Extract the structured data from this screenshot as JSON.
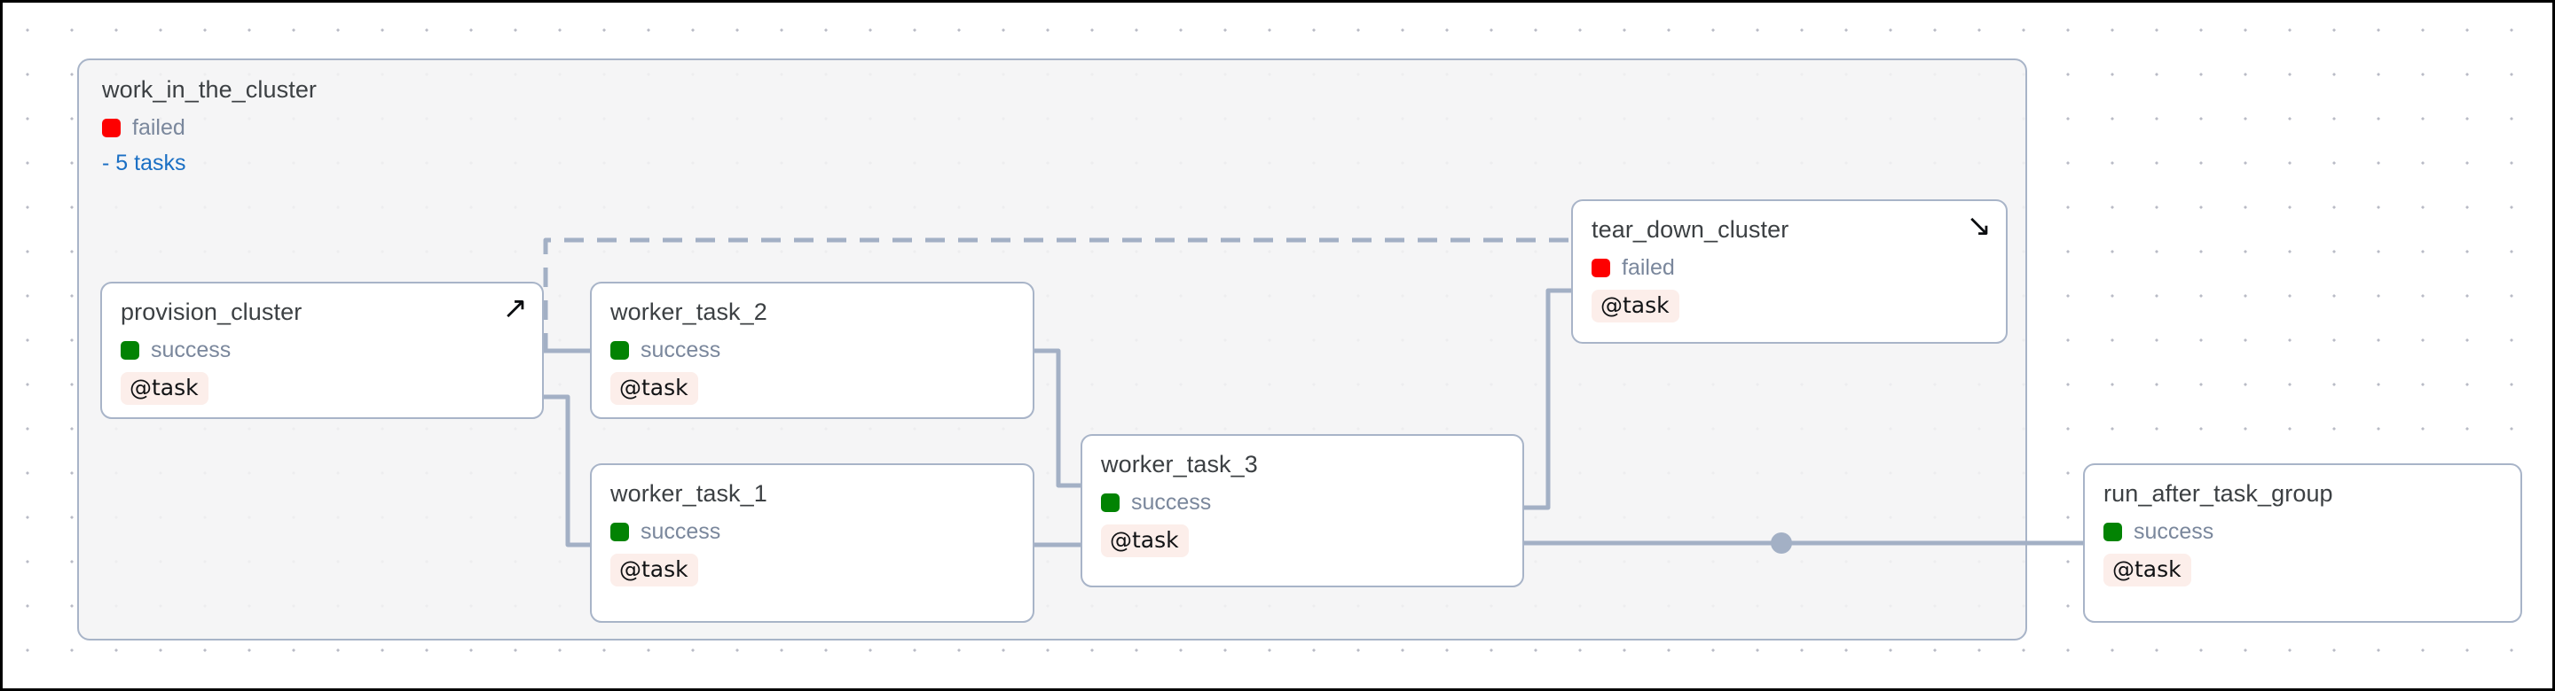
{
  "canvas": {
    "background_color": "#ffffff",
    "grid_dot_color": "#b9bbc6",
    "border_color": "#000000"
  },
  "colors": {
    "node_border": "#a8b4c8",
    "node_fill": "#ffffff",
    "group_fill": "#f4f4f5",
    "edge": "#a3b0c5",
    "status_failed": "#fd0000",
    "status_success": "#028303",
    "status_text": "#7a879c",
    "title_text": "#3c4043",
    "link_blue": "#1a6fc4",
    "badge_bg": "#fceeea",
    "badge_text": "#101214"
  },
  "task_group": {
    "name": "work_in_the_cluster",
    "status": "failed",
    "status_color": "#fd0000",
    "tasks_link": "- 5 tasks",
    "task_count": 5
  },
  "nodes": [
    {
      "id": "provision_cluster",
      "name": "provision_cluster",
      "status": "success",
      "operator_badge": "@task",
      "arrow_icon": "↗",
      "arrow_icon_name": "arrow-up-right-icon",
      "has_arrow": true
    },
    {
      "id": "worker_task_2",
      "name": "worker_task_2",
      "status": "success",
      "operator_badge": "@task",
      "arrow_icon": "",
      "arrow_icon_name": "",
      "has_arrow": false
    },
    {
      "id": "worker_task_1",
      "name": "worker_task_1",
      "status": "success",
      "operator_badge": "@task",
      "arrow_icon": "",
      "arrow_icon_name": "",
      "has_arrow": false
    },
    {
      "id": "worker_task_3",
      "name": "worker_task_3",
      "status": "success",
      "operator_badge": "@task",
      "arrow_icon": "",
      "arrow_icon_name": "",
      "has_arrow": false
    },
    {
      "id": "tear_down_cluster",
      "name": "tear_down_cluster",
      "status": "failed",
      "operator_badge": "@task",
      "arrow_icon": "↘",
      "arrow_icon_name": "arrow-down-right-icon",
      "has_arrow": true
    },
    {
      "id": "run_after_task_group",
      "name": "run_after_task_group",
      "status": "success",
      "operator_badge": "@task",
      "arrow_icon": "",
      "arrow_icon_name": "",
      "has_arrow": false
    }
  ],
  "edges": [
    {
      "from": "provision_cluster",
      "to": "tear_down_cluster",
      "style": "dashed"
    },
    {
      "from": "provision_cluster",
      "to": "worker_task_2",
      "style": "solid"
    },
    {
      "from": "provision_cluster",
      "to": "worker_task_1",
      "style": "solid"
    },
    {
      "from": "worker_task_2",
      "to": "worker_task_3",
      "style": "solid"
    },
    {
      "from": "worker_task_1",
      "to": "worker_task_3",
      "style": "solid"
    },
    {
      "from": "worker_task_3",
      "to": "tear_down_cluster",
      "style": "solid"
    },
    {
      "from": "worker_task_3",
      "to": "run_after_task_group",
      "style": "solid"
    }
  ]
}
